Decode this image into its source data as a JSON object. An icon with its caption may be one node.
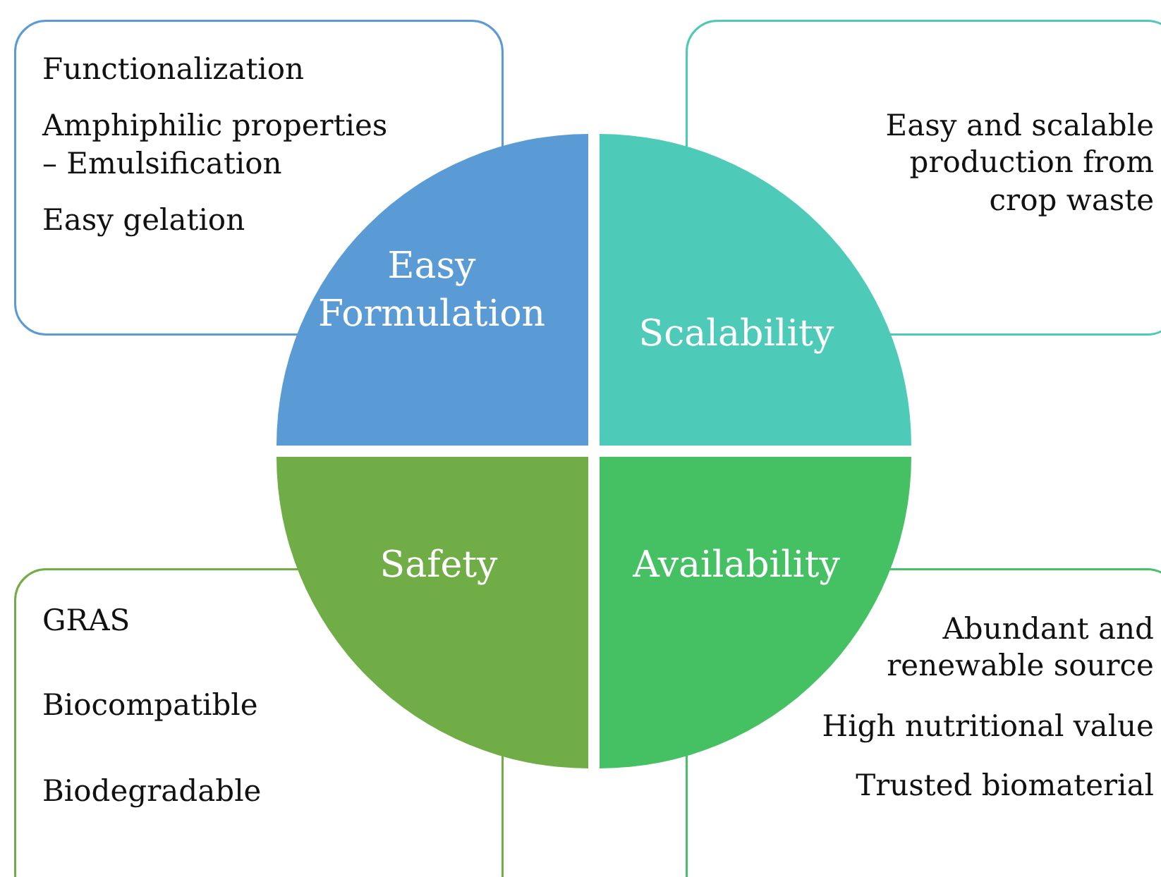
{
  "diagram": {
    "nodes": [
      {
        "text": [
          "Functionalization",
          "Amphiphilic properties – Emulsification",
          "Easy gelation"
        ]
      },
      {
        "text": [
          "Easy and scalable production from crop waste"
        ]
      },
      {
        "text": [
          "Easy Formulation"
        ]
      },
      {
        "text": [
          "Scalability"
        ]
      },
      {
        "text": [
          "Safety"
        ]
      },
      {
        "text": [
          "Availability"
        ]
      },
      {
        "text": [
          "GRAS",
          "Biocompatible",
          "Biodegradable"
        ]
      },
      {
        "text": [
          "Abundant and renewable source",
          "High nutritional value",
          "Trusted biomaterial"
        ]
      }
    ]
  }
}
